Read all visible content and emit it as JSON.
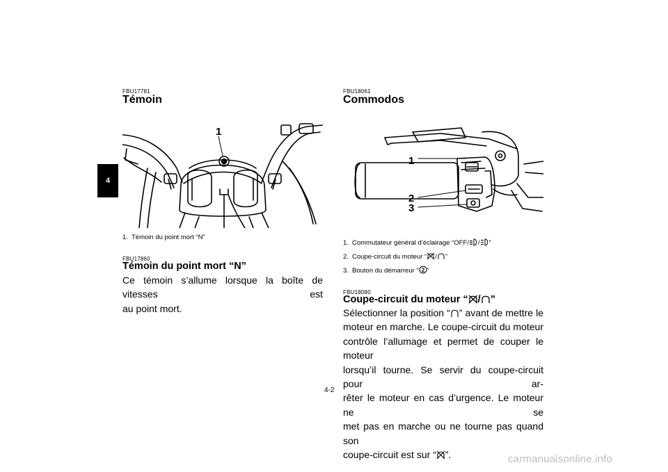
{
  "chapter_tab": "4",
  "left": {
    "code1": "FBU17781",
    "title": "Témoin",
    "illustration_callout": "1",
    "caption": {
      "num": "1.",
      "text": "Témoin du point mort “N”"
    },
    "code2": "FBU17860",
    "subtitle": "Témoin du point mort “N”",
    "body_lines": [
      "Ce témoin s’allume lorsque la boîte de vitesses est",
      "au point mort."
    ]
  },
  "right": {
    "code1": "FBU18061",
    "title": "Commodos",
    "illustration_callouts": [
      "1",
      "2",
      "3"
    ],
    "captions": [
      {
        "num": "1.",
        "text_before": "Commutateur général d’éclairage “OFF/",
        "text_mid": "/",
        "text_after": "”"
      },
      {
        "num": "2.",
        "text_before": "Coupe-circuit du moteur “",
        "text_mid": "/",
        "text_after": "”"
      },
      {
        "num": "3.",
        "text_before": "Bouton du démarreur “",
        "text_after": "”"
      }
    ],
    "code2": "FBU18080",
    "subtitle_before": "Coupe-circuit du moteur “",
    "subtitle_mid": "/",
    "subtitle_after": "”",
    "body": {
      "l1_before": "Sélectionner la position “",
      "l1_after": "” avant de mettre le",
      "l2": "moteur en marche. Le coupe-circuit du moteur",
      "l3": "contrôle l’allumage et permet de couper le moteur",
      "l4": "lorsqu’il tourne. Se servir du coupe-circuit pour ar-",
      "l5": "rêter le moteur en cas d’urgence. Le moteur ne se",
      "l6": "met pas en marche ou ne tourne pas quand son",
      "l7_before": "coupe-circuit est sur “",
      "l7_after": "”."
    }
  },
  "page_number": "4-2",
  "watermark": "carmanualsonline.info"
}
